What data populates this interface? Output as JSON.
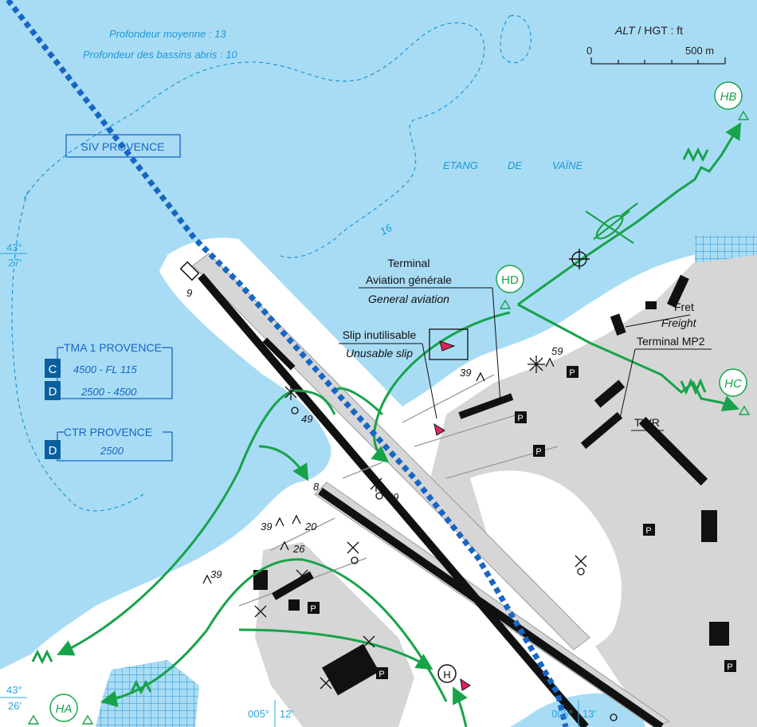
{
  "water": {
    "depth_avg": "Profondeur moyenne : 13",
    "depth_basins": "Profondeur des bassins abris : 10",
    "lake_name": [
      "ETANG",
      "DE",
      "VAÏNE"
    ],
    "contour_label": "16"
  },
  "scale": {
    "title_alt": "ALT",
    "title_rest": " / HGT : ft",
    "zero": "0",
    "max": "500 m"
  },
  "siv_label": "SIV PROVENCE",
  "tma": {
    "title": "TMA 1 PROVENCE",
    "rows": [
      {
        "class": "C",
        "limits": "4500 - FL 115"
      },
      {
        "class": "D",
        "limits": "2500 - 4500"
      }
    ]
  },
  "ctr": {
    "title": "CTR PROVENCE",
    "class": "D",
    "limits": "2500"
  },
  "latitudes": [
    {
      "deg": "43°",
      "min": "27'"
    },
    {
      "deg": "43°",
      "min": "26'"
    }
  ],
  "longitudes": [
    {
      "deg": "005°",
      "min": "12'"
    },
    {
      "deg": "005°",
      "min": "13'"
    }
  ],
  "helipoints": [
    "HA",
    "HB",
    "HC",
    "HD",
    "H"
  ],
  "labels": {
    "terminal_ga_1": "Terminal",
    "terminal_ga_2": "Aviation générale",
    "terminal_ga_en": "General aviation",
    "slip_fr": "Slip inutilisable",
    "slip_en": "Unusable slip",
    "fret": "Fret",
    "freight": "Freight",
    "terminal_mp2": "Terminal MP2",
    "twr": "TWR",
    "parking": "P"
  },
  "runway_ends": [
    "9",
    "8"
  ],
  "obstacles": [
    "59",
    "39",
    "49",
    "49",
    "39",
    "20",
    "26",
    "39"
  ],
  "colors": {
    "water": "#a8dcf5",
    "contour": "#1e98d6",
    "route": "#17a34a",
    "class_box": "#0a5f9e",
    "runway": "#111111",
    "apron": "#d6d6d6",
    "grid": "#2aa5dc"
  }
}
